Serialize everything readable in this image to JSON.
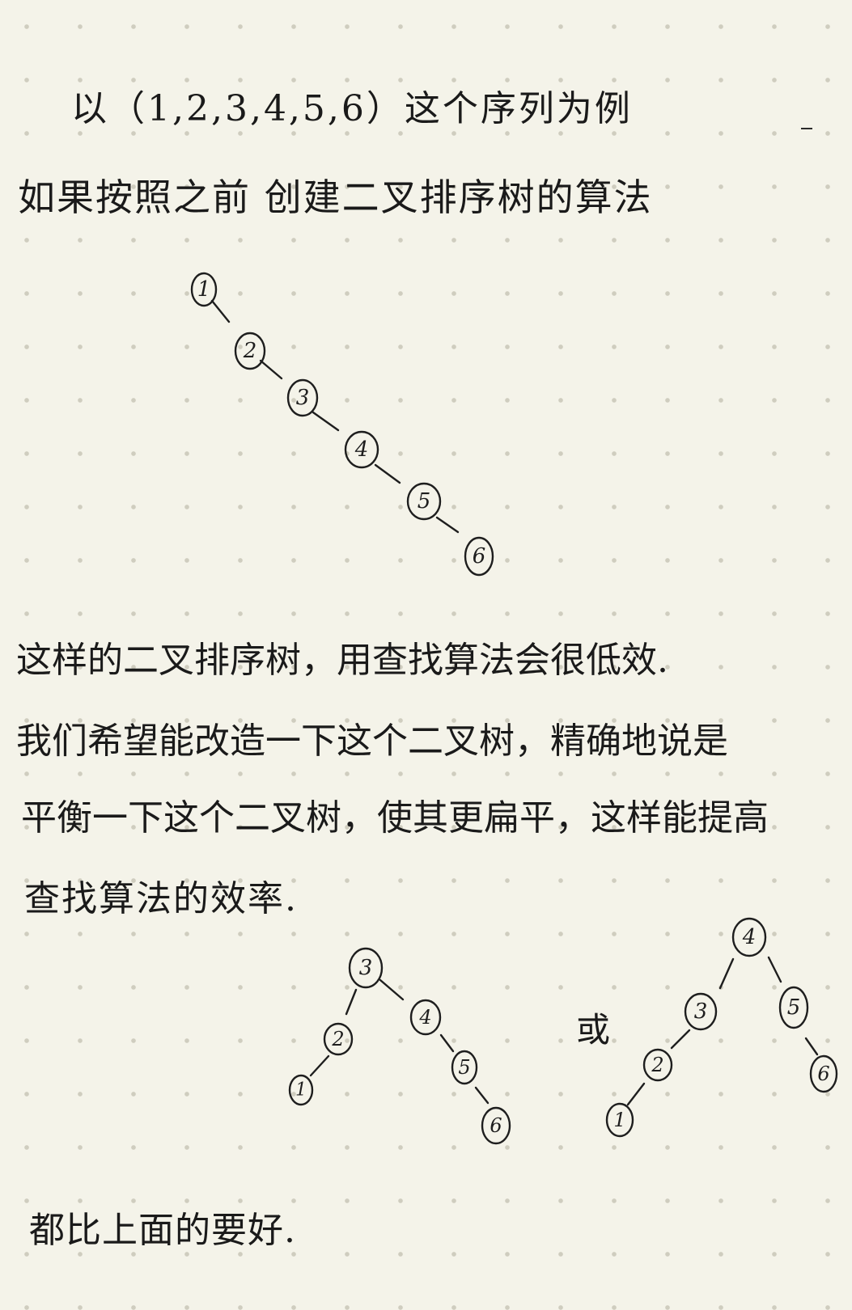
{
  "text": {
    "intro": "以（1,2,3,4,5,6）这个序列为例",
    "before": "如果按照之前  创建二叉排序树的算法",
    "bad": "这样的二叉排序树，用查找算法会很低效.",
    "hope_line1": "我们希望能改造一下这个二叉树，精确地说是",
    "hope_line2": "平衡一下这个二叉树，使其更扁平，这样能提高",
    "hope_line3": "查找算法的效率.",
    "or": "或",
    "better": "都比上面的要好."
  },
  "skewed_tree": {
    "nodes": [
      "1",
      "2",
      "3",
      "4",
      "5",
      "6"
    ]
  },
  "balanced_tree_a": {
    "nodes": [
      "3",
      "2",
      "1",
      "4",
      "5",
      "6"
    ]
  },
  "balanced_tree_b": {
    "nodes": [
      "4",
      "3",
      "2",
      "1",
      "5",
      "6"
    ]
  },
  "colors": {
    "paper": "#f4f3e9",
    "ink": "#1e1e1e",
    "dot": "#cfcdbf"
  }
}
